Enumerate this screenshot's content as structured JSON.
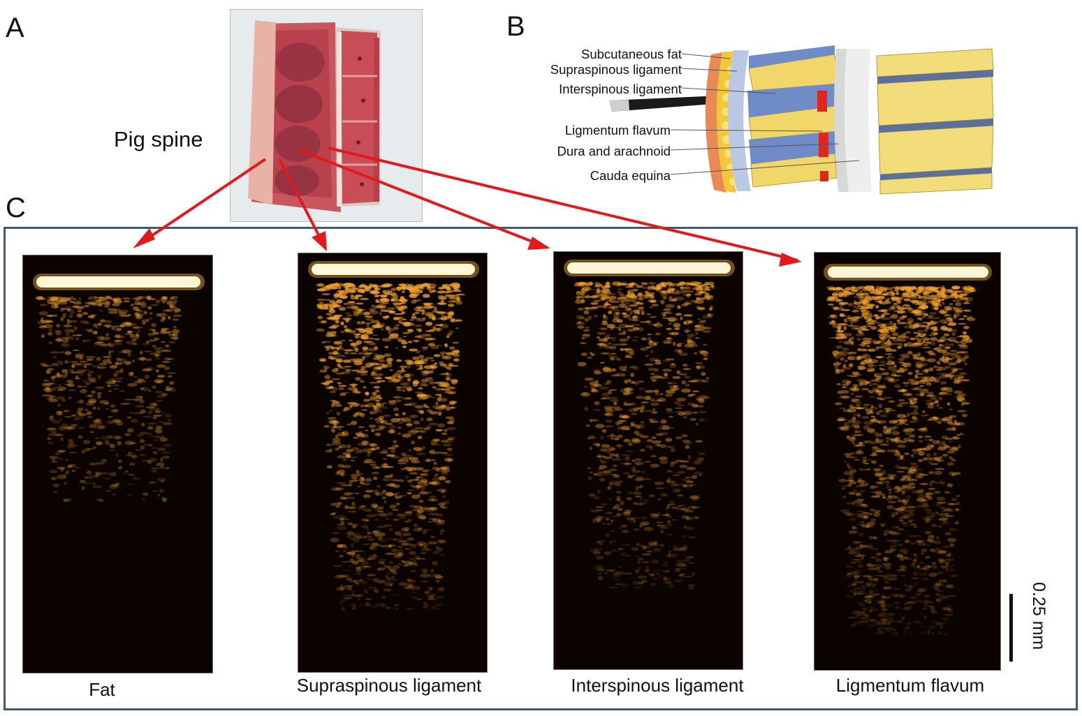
{
  "panel_labels": {
    "a": "A",
    "b": "B",
    "c": "C"
  },
  "photo": {
    "label": "Pig spine"
  },
  "anatomy_labels": [
    "Subcutaneous fat",
    "Supraspinous ligament",
    "Interspinous ligament",
    "Ligmentum flavum",
    "Dura and arachnoid",
    "Cauda equina"
  ],
  "oct_images": [
    {
      "label": "Fat"
    },
    {
      "label": "Supraspinous ligament"
    },
    {
      "label": "Interspinous ligament"
    },
    {
      "label": "Ligmentum flavum"
    }
  ],
  "scale_bar": {
    "label": "0.25 mm"
  },
  "colors": {
    "arrow": "#e3191b",
    "panel_border": "#3c5a7e",
    "oct_background": "#0a0300",
    "oct_signal": "#f0a02a",
    "oct_surface": "#fff6d8"
  }
}
